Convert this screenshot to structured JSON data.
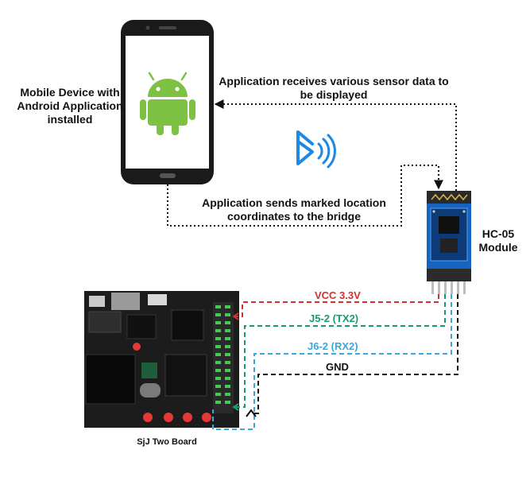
{
  "labels": {
    "mobile_device": "Mobile Device with Android Application installed",
    "receive": "Application receives various sensor data to be displayed",
    "send": "Application sends marked location coordinates to the bridge",
    "hc05": "HC-05 Module",
    "board": "SjJ Two Board"
  },
  "wires": {
    "vcc": "VCC 3.3V",
    "tx": "J5-2 (TX2)",
    "rx": "J6-2 (RX2)",
    "gnd": "GND"
  },
  "colors": {
    "vcc": "#d32f2f",
    "tx": "#1a9a74",
    "rx": "#3aa8dc",
    "gnd": "#111111",
    "android": "#7cc142",
    "bluetooth": "#1e88e5",
    "hc05_board": "#1565c0",
    "pcb": "#1c1c1c"
  },
  "icons": {
    "phone": "smartphone-icon",
    "android": "android-robot-icon",
    "bluetooth": "bluetooth-icon"
  }
}
